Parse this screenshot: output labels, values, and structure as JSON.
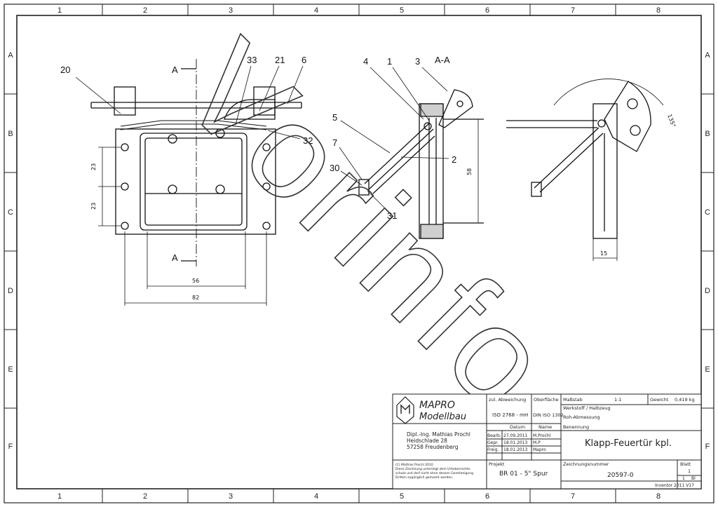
{
  "border": {
    "columns": [
      "1",
      "2",
      "3",
      "4",
      "5",
      "6",
      "7",
      "8"
    ],
    "rows": [
      "A",
      "B",
      "C",
      "D",
      "E",
      "F"
    ]
  },
  "views": {
    "section_mark": "A",
    "section_view_title": "A-A",
    "callouts_front": [
      "20",
      "33",
      "21",
      "6",
      "32"
    ],
    "callouts_section": [
      "4",
      "1",
      "3",
      "5",
      "7",
      "30",
      "31",
      "2"
    ],
    "dims_front": {
      "d23a": "23",
      "d23b": "23",
      "d56": "56",
      "d82": "82"
    },
    "dims_section": {
      "d58": "58"
    },
    "dims_side": {
      "d15": "15",
      "angle": "135°"
    }
  },
  "watermark": "Vorinfo",
  "title_block": {
    "company_line1": "MAPRO",
    "company_line2": "Modellbau",
    "address": [
      "Dipl.-Ing. Mathias Prochl",
      "Heidschlade 28",
      "57258 Freudenberg"
    ],
    "copyright": [
      "(C) Mathias Prochl 2010",
      "Diese Zeichnung unterliegt dem Urheberrechts-",
      "schutz und darf nicht ohne dessen Genehmigung",
      "Dritten zugänglich gemacht werden."
    ],
    "tolerance_header": "zul. Abweichung",
    "tolerance_value": "ISO 2768 - mH",
    "surface_header": "Oberfläche",
    "surface_value": "DIN ISO 1302",
    "scale_header": "Maßstab",
    "scale_value": "1:1",
    "weight_header": "Gewicht",
    "weight_value": "0,419 kg",
    "material_header": "Werkstoff / Halbzeug",
    "rawsize_header": "Roh-Abmessung",
    "name_header": "Benennung",
    "title": "Klapp-Feuertür kpl.",
    "date_header": "Datum",
    "person_header": "Name",
    "rows": [
      {
        "label": "Bearb.",
        "date": "27.09.2011",
        "name": "M.Prochl"
      },
      {
        "label": "Gepr.",
        "date": "18.01.2013",
        "name": "M.P"
      },
      {
        "label": "Freig.",
        "date": "18.01.2013",
        "name": "Mapro"
      }
    ],
    "project_header": "Projekt",
    "project_value": "BR 01 - 5\" Spur",
    "drawing_no_header": "Zeichnungsnummer",
    "drawing_no": "20597-0",
    "sheet_header": "Blatt",
    "sheet_value": "1",
    "sheet_of": "1",
    "sheet_of_unit": "Bl",
    "software": "Inventor 2011 V17"
  }
}
